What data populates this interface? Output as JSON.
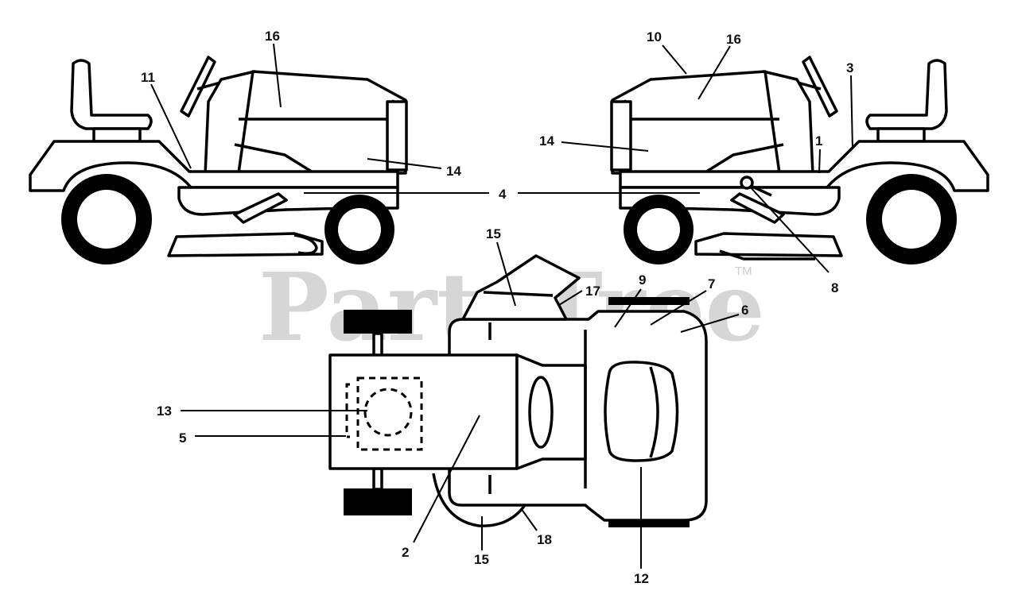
{
  "watermark": {
    "brand": "PartsTree",
    "trademark": "TM"
  },
  "callouts": [
    {
      "id": "c1",
      "label": "1"
    },
    {
      "id": "c2",
      "label": "2"
    },
    {
      "id": "c3",
      "label": "3"
    },
    {
      "id": "c4",
      "label": "4"
    },
    {
      "id": "c5",
      "label": "5"
    },
    {
      "id": "c6",
      "label": "6"
    },
    {
      "id": "c7",
      "label": "7"
    },
    {
      "id": "c8",
      "label": "8"
    },
    {
      "id": "c9",
      "label": "9"
    },
    {
      "id": "c10",
      "label": "10"
    },
    {
      "id": "c11",
      "label": "11"
    },
    {
      "id": "c12",
      "label": "12"
    },
    {
      "id": "c13",
      "label": "13"
    },
    {
      "id": "c14a",
      "label": "14"
    },
    {
      "id": "c14b",
      "label": "14"
    },
    {
      "id": "c15a",
      "label": "15"
    },
    {
      "id": "c15b",
      "label": "15"
    },
    {
      "id": "c16a",
      "label": "16"
    },
    {
      "id": "c16b",
      "label": "16"
    },
    {
      "id": "c17",
      "label": "17"
    },
    {
      "id": "c18",
      "label": "18"
    }
  ]
}
